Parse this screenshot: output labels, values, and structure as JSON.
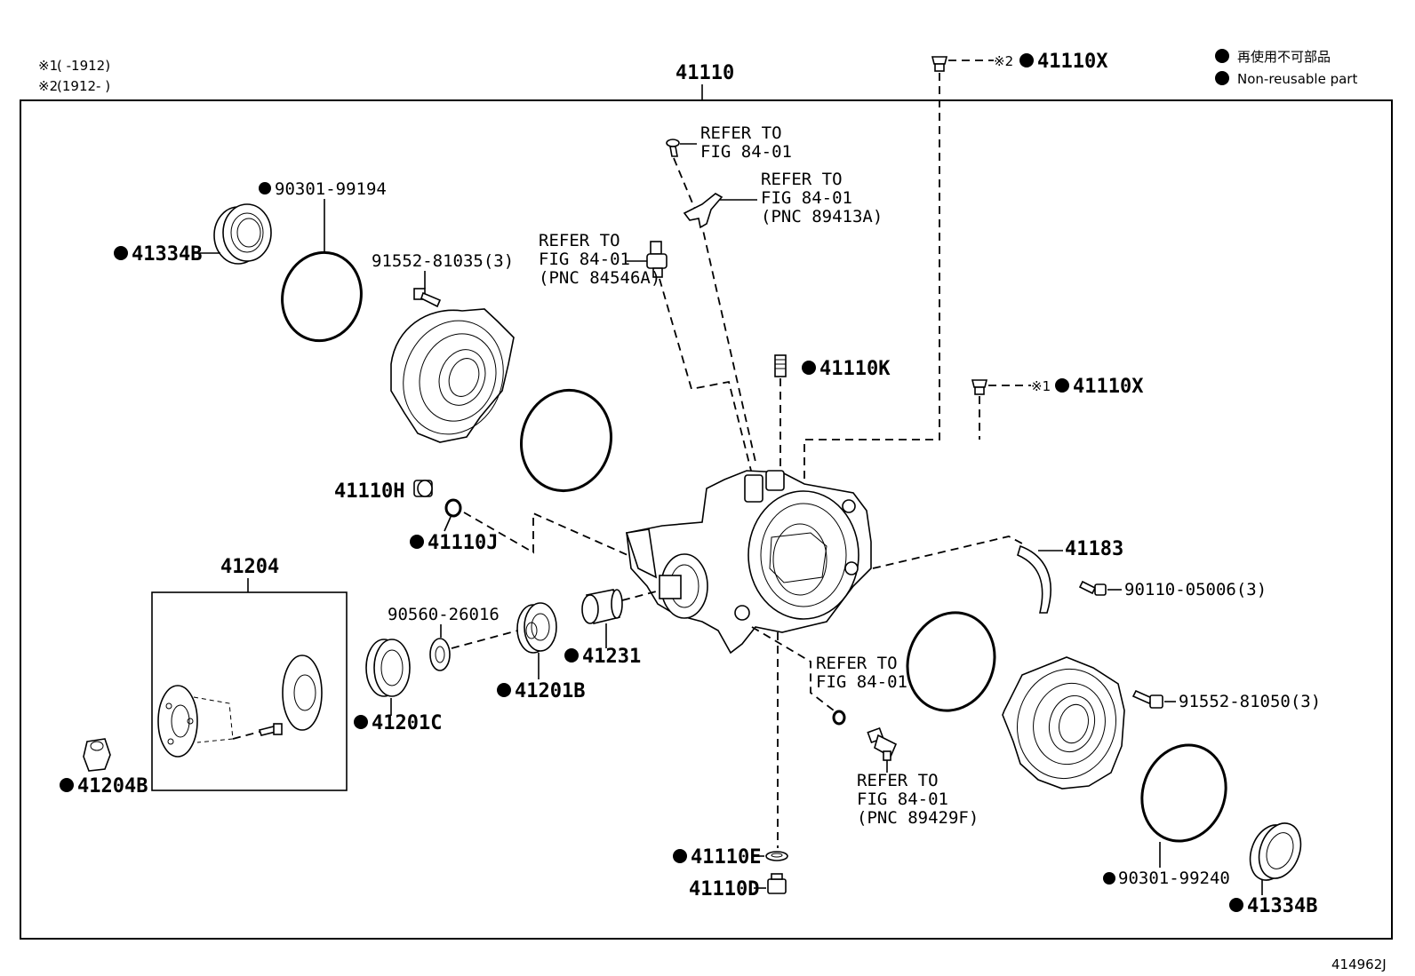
{
  "notes": {
    "n1_mark": "※1",
    "n1_text": "(     -1912)",
    "n2_mark": "※2",
    "n2_text": "(1912-     )"
  },
  "legend": {
    "jp": "再使用不可部品",
    "en": "Non-reusable part"
  },
  "figure_code": "414962J",
  "labels": {
    "l41110": "41110",
    "l41110x_top_mark": "※2",
    "l41110x_top": "41110X",
    "refer1_a": "REFER TO",
    "refer1_b": "FIG 84-01",
    "refer2_a": "REFER TO",
    "refer2_b": "FIG 84-01",
    "refer2_c": "(PNC 89413A)",
    "refer3_a": "REFER TO",
    "refer3_b": "FIG 84-01",
    "refer3_c": "(PNC 84546A)",
    "l41110k": "41110K",
    "l41110x_mid_mark": "※1",
    "l41110x_mid": "41110X",
    "l90301_99194": "90301-99194",
    "l41334b_top": "41334B",
    "l91552_81035": "91552-81035(3)",
    "l41110h": "41110H",
    "l41110j": "41110J",
    "l41204": "41204",
    "l41204b": "41204B",
    "l90560": "90560-26016",
    "l41201c": "41201C",
    "l41201b": "41201B",
    "l41231": "41231",
    "l41183": "41183",
    "l90110": "90110-05006(3)",
    "refer4_a": "REFER TO",
    "refer4_b": "FIG 84-01",
    "l91552_81050": "91552-81050(3)",
    "refer5_a": "REFER TO",
    "refer5_b": "FIG 84-01",
    "refer5_c": "(PNC 89429F)",
    "l41110e": "41110E",
    "l41110d": "41110D",
    "l90301_99240": "90301-99240",
    "l41334b_bot": "41334B"
  }
}
